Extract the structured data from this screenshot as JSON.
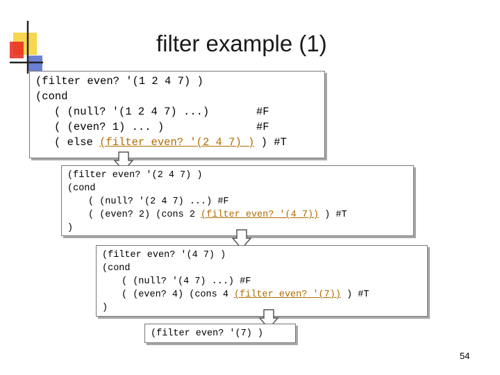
{
  "slide": {
    "title": "filter example (1)",
    "page_number": "54"
  },
  "box1": {
    "line1": "(filter even? '(1 2 4 7) )",
    "line2": "(cond",
    "line3_a": "( (null? '(1 2 4 7) ...)",
    "line3_b": "#F",
    "line4_a": "( (even? 1) ... )",
    "line4_b": "#F",
    "line5_a": "( else ",
    "line5_u": "(filter even? '(2 4 7) )",
    "line5_b": " ) #T"
  },
  "box2": {
    "line1": "(filter even? '(2 4 7) )",
    "line2": "(cond",
    "line3": "( (null? '(2 4 7) ...) #F",
    "line4_a": "( (even? 2) (cons 2 ",
    "line4_u": "(filter even? '(4 7))",
    "line4_b": " ) #T",
    "line5": ")"
  },
  "box3": {
    "line1": "(filter even? '(4 7) )",
    "line2": "(cond",
    "line3": "( (null? '(4 7) ...) #F",
    "line4_a": "( (even? 4) (cons 4 ",
    "line4_u": "(filter even? '(7))",
    "line4_b": " ) #T",
    "line5": ")"
  },
  "box4": {
    "line1": "(filter even? '(7) )"
  },
  "colors": {
    "underline_text": "#b06c00",
    "logo_red": "#e8261e",
    "logo_yellow": "#f7d23a",
    "logo_blue": "#3b57c4"
  }
}
